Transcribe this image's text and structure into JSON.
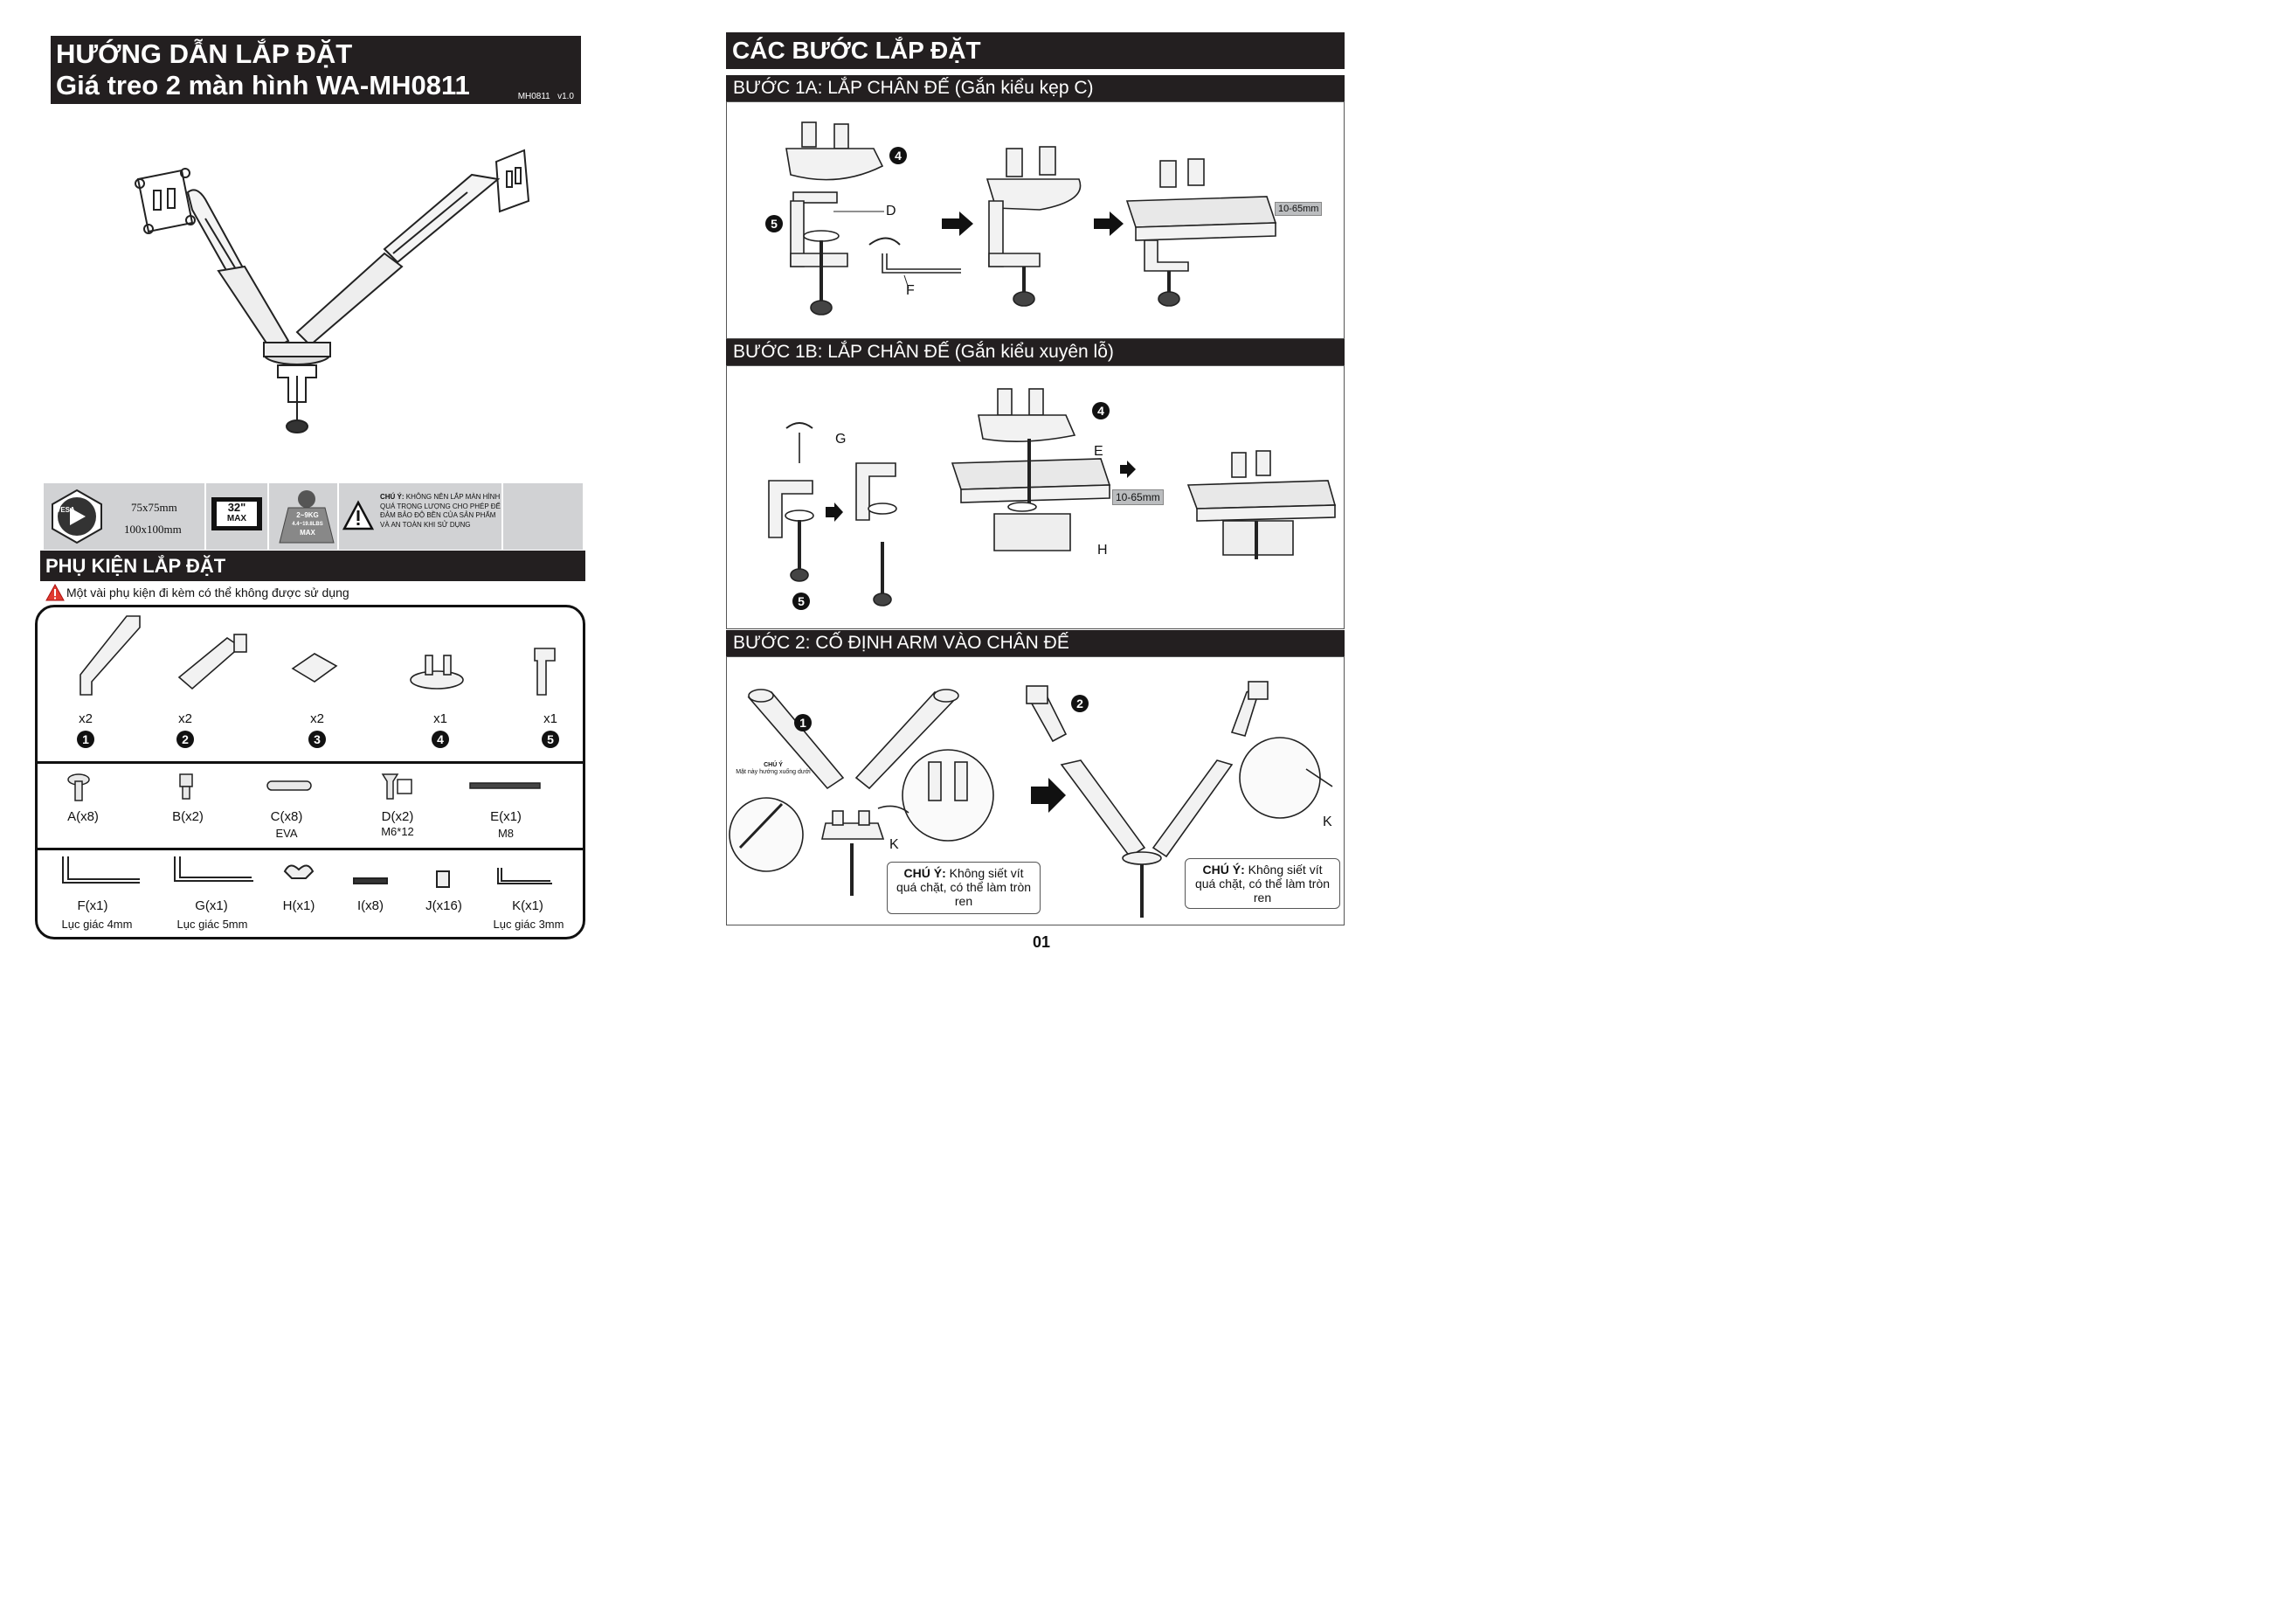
{
  "left": {
    "title_line1": "HƯỚNG DẪN LẮP ĐẶT",
    "title_line2": "Giá treo 2 màn hình WA-MH0811",
    "doc_code": "MH0811",
    "version": "v1.0",
    "specs": {
      "vesa_badge": "VESA",
      "vesa_sizes": [
        "75x75mm",
        "100x100mm"
      ],
      "screen_size": "32\"",
      "screen_max": "MAX",
      "weight_range": "2~9KG",
      "weight_lbs": "4.4~19.8LBS",
      "weight_max": "MAX",
      "warning_label": "CHÚ Ý:",
      "warning_text": "KHÔNG NÊN LẮP MÀN HÌNH QUÁ TRỌNG LƯỢNG CHO PHÉP ĐỂ ĐẢM BẢO ĐỘ BỀN CỦA SẢN PHẨM VÀ AN TOÀN KHI SỬ DỤNG"
    },
    "accessories_title": "PHỤ KIỆN LẮP ĐẶT",
    "accessories_note": "Một vài phụ kiện đi kèm có thể không được sử dụng",
    "main_parts": [
      {
        "qty": "x2",
        "num": "1"
      },
      {
        "qty": "x2",
        "num": "2"
      },
      {
        "qty": "x2",
        "num": "3"
      },
      {
        "qty": "x1",
        "num": "4"
      },
      {
        "qty": "x1",
        "num": "5"
      }
    ],
    "hardware_row1": [
      {
        "label": "A(x8)",
        "sub": ""
      },
      {
        "label": "B(x2)",
        "sub": ""
      },
      {
        "label": "C(x8)",
        "sub": "EVA"
      },
      {
        "label": "D(x2)",
        "sub": "M6*12"
      },
      {
        "label": "E(x1)",
        "sub": "M8"
      }
    ],
    "hardware_row2": [
      {
        "label": "F(x1)",
        "sub": "Lục giác 4mm"
      },
      {
        "label": "G(x1)",
        "sub": "Lục giác 5mm"
      },
      {
        "label": "H(x1)",
        "sub": ""
      },
      {
        "label": "I(x8)",
        "sub": ""
      },
      {
        "label": "J(x16)",
        "sub": ""
      },
      {
        "label": "K(x1)",
        "sub": "Lục giác 3mm"
      }
    ]
  },
  "right": {
    "steps_title": "CÁC BƯỚC LẮP ĐẶT",
    "step1a": {
      "title": "BƯỚC 1A: LẮP CHÂN ĐẾ (Gắn kiểu kẹp C)",
      "callouts": {
        "part4": "4",
        "part5": "5",
        "d": "D",
        "f": "F"
      },
      "dimension": "10-65mm"
    },
    "step1b": {
      "title": "BƯỚC 1B: LẮP CHÂN ĐẾ (Gắn kiểu xuyên lỗ)",
      "callouts": {
        "g": "G",
        "part4": "4",
        "e": "E",
        "h": "H",
        "part5": "5"
      },
      "dimension": "10-65mm"
    },
    "step2": {
      "title": "BƯỚC 2: CỐ ĐỊNH ARM VÀO CHÂN ĐẾ",
      "callouts": {
        "part1": "1",
        "part2": "2",
        "k1": "K",
        "k2": "K"
      },
      "small_note_label": "CHÚ Ý",
      "small_note_text": "Mặt này hướng  xuống dưới",
      "note_label": "CHÚ Ý:",
      "note_text": "Không siết vít quá chặt, có thể làm tròn ren",
      "note2_label": "CHÚ Ý:",
      "note2_text": "Không siết vít quá chặt, có thể làm tròn ren"
    },
    "page_number": "01"
  }
}
